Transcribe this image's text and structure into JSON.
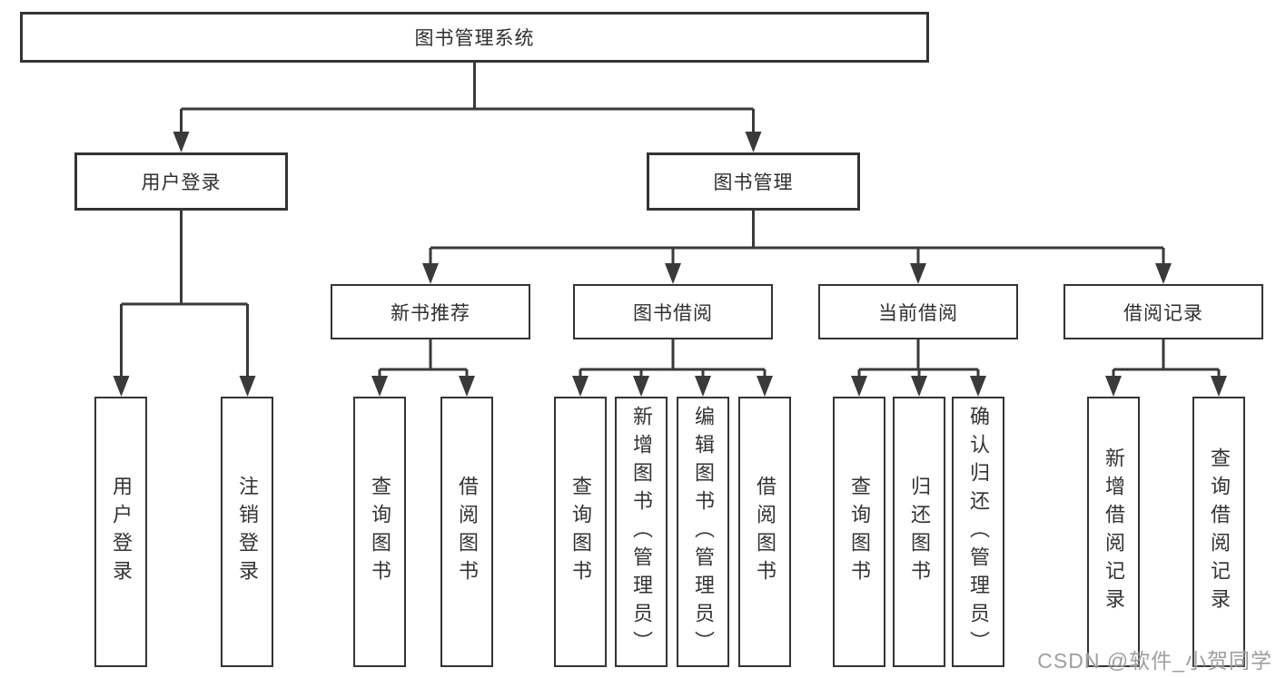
{
  "diagram": {
    "root": {
      "label": "图书管理系统"
    },
    "user_branch": {
      "label": "用户登录",
      "children": [
        {
          "label": "用户登录"
        },
        {
          "label": "注销登录"
        }
      ]
    },
    "mgmt_branch": {
      "label": "图书管理",
      "groups": [
        {
          "label": "新书推荐",
          "children": [
            {
              "label": "查询图书"
            },
            {
              "label": "借阅图书"
            }
          ]
        },
        {
          "label": "图书借阅",
          "children": [
            {
              "label": "查询图书"
            },
            {
              "label": "新增图书（管理员）"
            },
            {
              "label": "编辑图书（管理员）"
            },
            {
              "label": "借阅图书"
            }
          ]
        },
        {
          "label": "当前借阅",
          "children": [
            {
              "label": "查询图书"
            },
            {
              "label": "归还图书"
            },
            {
              "label": "确认归还（管理员）"
            }
          ]
        },
        {
          "label": "借阅记录",
          "children": [
            {
              "label": "新增借阅记录"
            },
            {
              "label": "查询借阅记录"
            }
          ]
        }
      ]
    }
  },
  "watermark": {
    "text": "CSDN @软件_小贺同学"
  },
  "colors": {
    "line": "#3a3a3a",
    "box_border": "#343434",
    "text": "#333333",
    "background": "#ffffff",
    "watermark": "#989292"
  }
}
